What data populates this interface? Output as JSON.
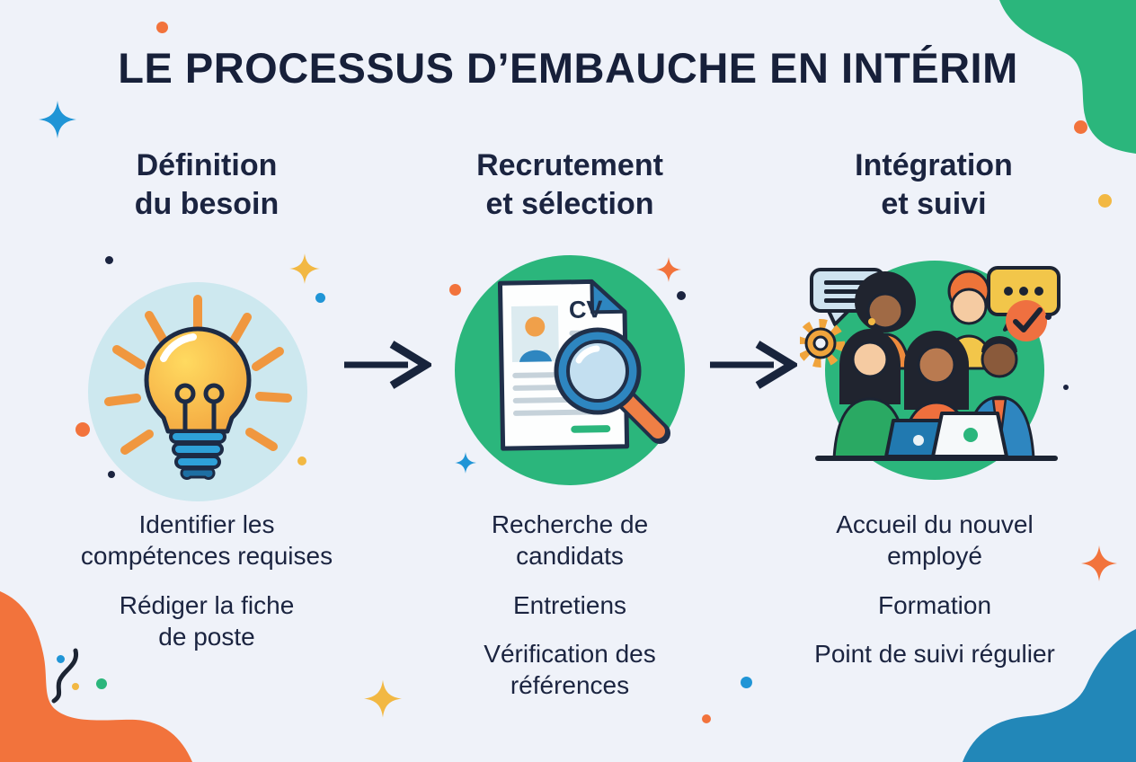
{
  "title": "LE PROCESSUS D’EMBAUCHE EN INTÉRIM",
  "columns": [
    {
      "id": "definition-du-besoin",
      "header": "Définition\ndu besoin",
      "icon": "lightbulb-icon",
      "bullets": [
        "Identifier les\ncompétences requises",
        "Rédiger la fiche\nde poste"
      ]
    },
    {
      "id": "recrutement-et-selection",
      "header": "Recrutement\net sélection",
      "icon": "cv-magnifier-icon",
      "bullets": [
        "Recherche de\ncandidats",
        "Entretiens",
        "Vérification des\nréférences"
      ]
    },
    {
      "id": "integration-et-suivi",
      "header": "Intégration\net suivi",
      "icon": "team-icon",
      "bullets": [
        "Accueil du nouvel\nemployé",
        "Formation",
        "Point de suivi régulier"
      ]
    }
  ],
  "cv_document_label": "CV",
  "icons": {
    "step1": "lightbulb-icon",
    "step2": "cv-magnifier-icon",
    "step3": "team-icon",
    "connector": "arrow-right-icon"
  },
  "colors": {
    "background": "#eff2f9",
    "text_navy": "#1b2440",
    "green": "#2bb67c",
    "light_blue_circle": "#cde8ef",
    "orange": "#f2733c",
    "blue_blob": "#2287b8",
    "accent_blue": "#2095d6",
    "gold": "#f2b843"
  }
}
